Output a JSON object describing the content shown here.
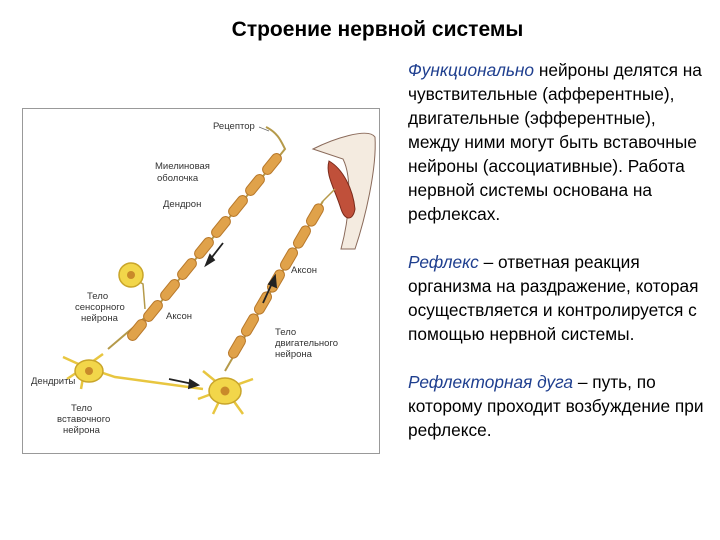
{
  "title": "Строение нервной системы",
  "colors": {
    "accent_term": "#1f3f8f",
    "myelin": "#e0a24a",
    "soma": "#f2d64a"
  },
  "diagram": {
    "labels": {
      "receptor": "Рецептор",
      "myelin_1": "Миелиновая",
      "myelin_2": "оболочка",
      "dendrite": "Дендрон",
      "sensory_1": "Тело",
      "sensory_2": "сенсорного",
      "sensory_3": "нейрона",
      "axon_left": "Аксон",
      "axon_right": "Аксон",
      "motor_1": "Тело",
      "motor_2": "двигательного",
      "motor_3": "нейрона",
      "dendrites": "Дендриты",
      "inter_1": "Тело",
      "inter_2": "вставочного",
      "inter_3": "нейрона"
    }
  },
  "text": {
    "p1_term": "Функционально",
    "p1_rest": " нейроны делятся на чувствительные (афферентные), двигательные (эфферентные), между ними могут быть вставочные нейроны (ассоциативные). Работа нервной системы основана на рефлексах.",
    "p2_term": "Рефлекс",
    "p2_rest": " – ответная реакция организма на раздражение, которая осуществляется и контролируется с помощью нервной системы.",
    "p3_term": "Рефлекторная дуга",
    "p3_rest": " – путь, по которому проходит возбуждение при рефлексе."
  }
}
